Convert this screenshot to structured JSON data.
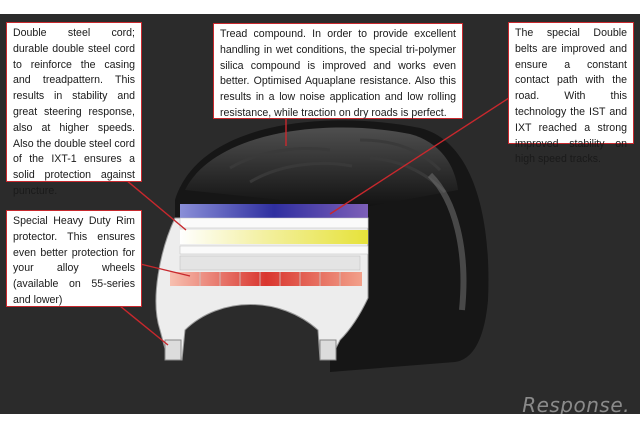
{
  "callouts": {
    "double_steel_cord": "Double steel cord; durable double steel cord to reinforce the casing and treadpattern. This results in stability and great steering response, also at higher speeds. Also the double steel cord of the IXT-1 ensures a solid protection against puncture.",
    "tread_compound": "Tread compound. In order to provide excellent handling in wet conditions, the special tri-polymer silica compound is improved and works even better. Optimised Aquaplane resistance. Also this results in a low noise application and low rolling resistance, while traction on dry roads is perfect.",
    "double_belts": "The special Double belts are improved and ensure a constant contact path with the road. With this technology the IST and IXT reached a strong improved stability on high speed tracks.",
    "rim_protector": "Special Heavy Duty Rim protector. This ensures even better protection for your alloy wheels (available on 55-series and lower)"
  },
  "watermark": "Response.",
  "colors": {
    "callout_border": "#c8282d",
    "leader_line": "#c8282d",
    "tire": "#161616",
    "backdrop": "#2b2b2b",
    "layer_blue": "#2f2fa0",
    "layer_yellow": "#e6e23a",
    "layer_red": "#d9352e"
  }
}
